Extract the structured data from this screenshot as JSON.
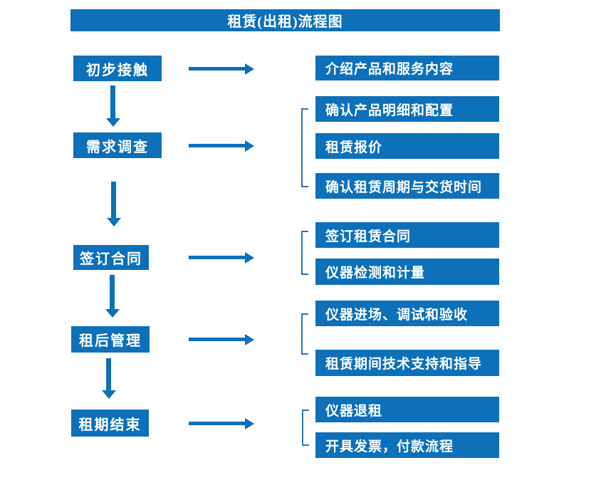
{
  "title": "租赁(出租)流程图",
  "colors": {
    "primary_blue": "#0d70b9",
    "bracket_blue": "#2e74b5",
    "text_white": "#ffffff",
    "background": "#ffffff"
  },
  "icons": {
    "arrow_right": "horizontal blue arrow",
    "arrow_down": "vertical blue arrow",
    "bracket": "square bracket grouping connector"
  },
  "steps": [
    {
      "label": "初步接触",
      "details": [
        "介绍产品和服务内容"
      ]
    },
    {
      "label": "需求调查",
      "details": [
        "确认产品明细和配置",
        "租赁报价",
        "确认租赁周期与交货时间"
      ]
    },
    {
      "label": "签订合同",
      "details": [
        "签订租赁合同",
        "仪器检测和计量"
      ]
    },
    {
      "label": "租后管理",
      "details": [
        "仪器进场、调试和验收",
        "租赁期间技术支持和指导"
      ]
    },
    {
      "label": "租期结束",
      "details": [
        "仪器退租",
        "开具发票，付款流程"
      ]
    }
  ]
}
